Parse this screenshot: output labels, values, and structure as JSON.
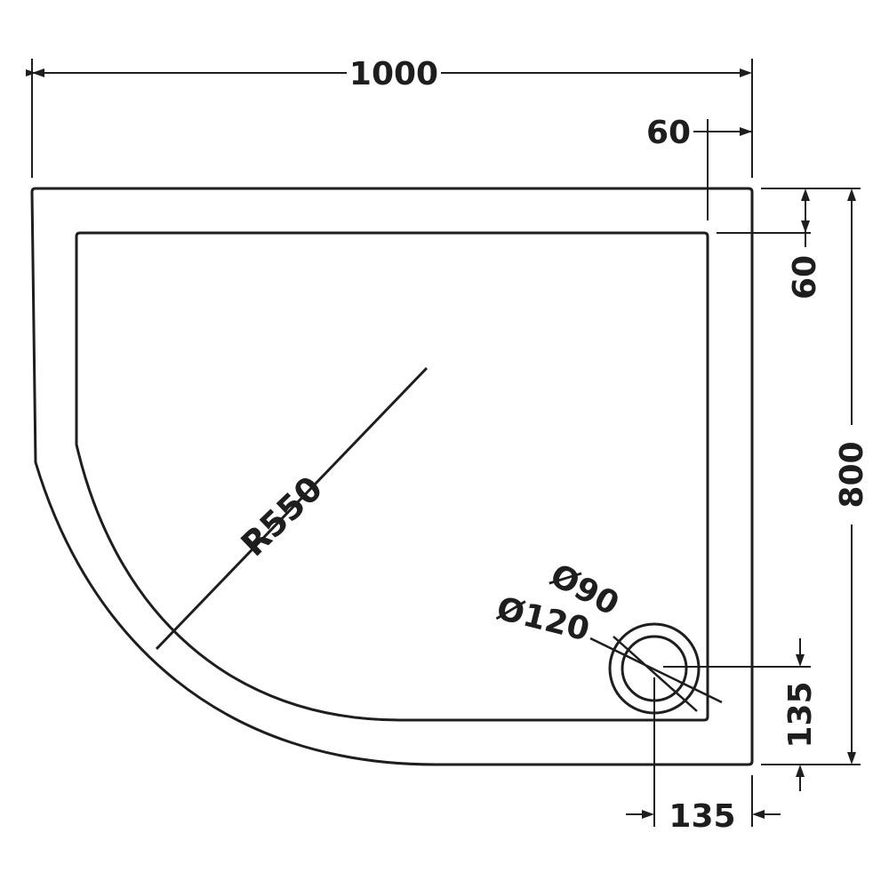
{
  "drawing": {
    "line_color": "#1e1e1e",
    "background": "#ffffff",
    "dimensions": {
      "overall_width": "1000",
      "overall_depth": "800",
      "rim_width_top": "60",
      "rim_width_side": "60",
      "radius": "R550",
      "waste_inner_diameter": "Ø90",
      "waste_outer_diameter": "Ø120",
      "waste_offset_vertical": "135",
      "waste_offset_horizontal": "135"
    }
  }
}
